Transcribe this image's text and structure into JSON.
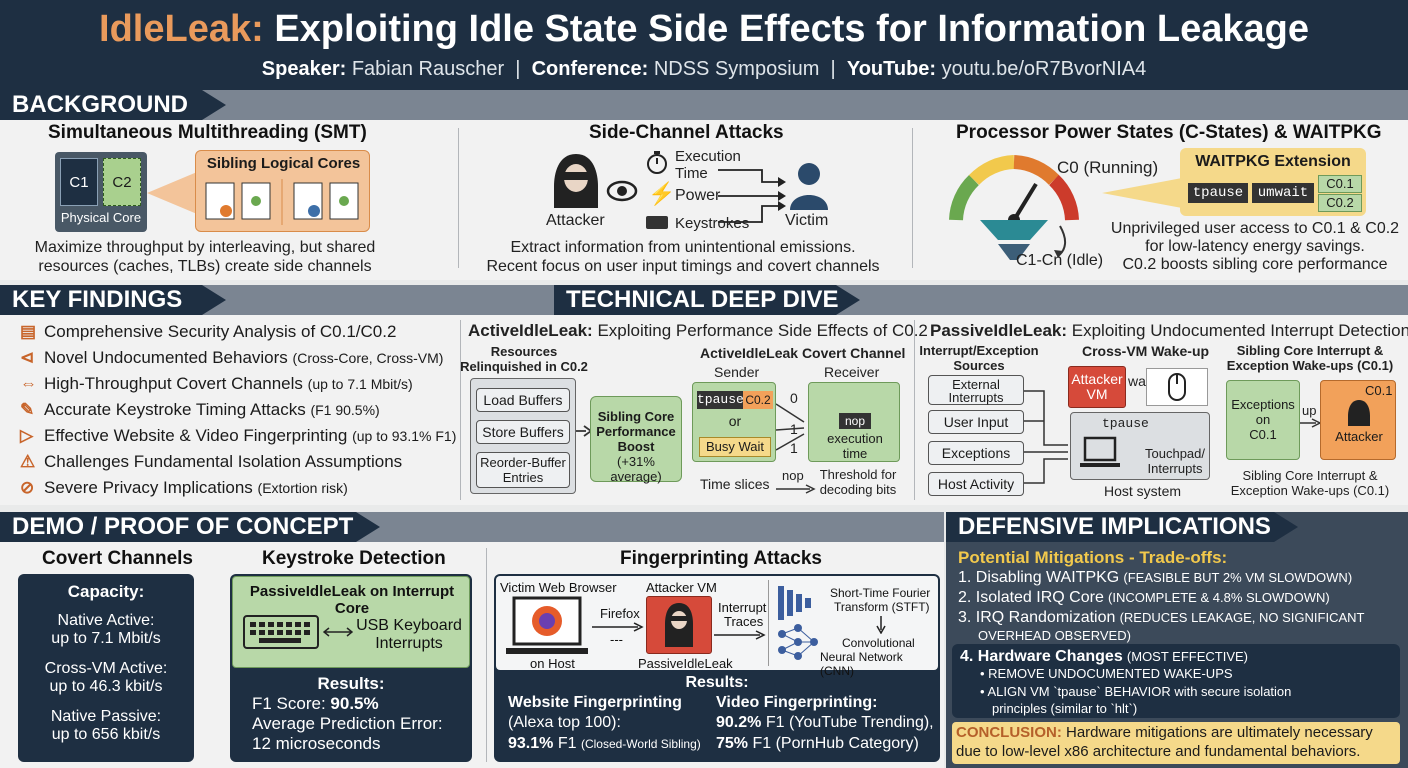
{
  "header": {
    "title_accent": "IdleLeak:",
    "title_rest": " Exploiting Idle State Side Effects for Information Leakage",
    "speaker_label": "Speaker:",
    "speaker": " Fabian Rauscher",
    "sep": "  |  ",
    "conf_label": "Conference:",
    "conf": " NDSS Symposium",
    "yt_label": "YouTube:",
    "yt": " youtu.be/oR7BvorNIA4"
  },
  "sections": {
    "background": "BACKGROUND",
    "key_findings": "KEY FINDINGS",
    "deep_dive": "TECHNICAL DEEP DIVE",
    "demo": "DEMO / PROOF OF CONCEPT",
    "defensive": "DEFENSIVE IMPLICATIONS"
  },
  "smt": {
    "title": "Simultaneous Multithreading (SMT)",
    "c1": "C1",
    "c2": "C2",
    "core": "Physical Core",
    "sibling": "Sibling Logical Cores",
    "desc1": "Maximize throughput by interleaving, but shared",
    "desc2": "resources (caches, TLBs) create side channels"
  },
  "sca": {
    "title": "Side-Channel Attacks",
    "attacker": "Attacker",
    "exec1": "Execution",
    "exec2": "Time",
    "power": "Power",
    "keys": "Keystrokes",
    "victim": "Victim",
    "desc1": "Extract information from unintentional emissions.",
    "desc2": "Recent focus on user input timings and covert channels"
  },
  "cstates": {
    "title": "Processor Power States (C-States) & WAITPKG",
    "c0": "C0 (Running)",
    "cn": "C1-Cn (Idle)",
    "wp_title": "WAITPKG Extension",
    "tpause": "tpause",
    "umwait": "umwait",
    "c01": "C0.1",
    "c02": "C0.2",
    "desc1": "Unprivileged user access to C0.1 & C0.2",
    "desc2": "for low-latency energy savings.",
    "desc3": "C0.2 boosts sibling core performance"
  },
  "findings": [
    {
      "icon": "▤",
      "text": "Comprehensive Security Analysis of C0.1/C0.2",
      "note": ""
    },
    {
      "icon": "⊲",
      "text": "Novel Undocumented Behaviors",
      "note": "(Cross-Core, Cross-VM)"
    },
    {
      "icon": "⇔",
      "text": "High-Throughput Covert Channels",
      "note": "(up to 7.1 Mbit/s)"
    },
    {
      "icon": "✎",
      "text": "Accurate Keystroke Timing Attacks",
      "note": "(F1 90.5%)"
    },
    {
      "icon": "▷",
      "text": "Effective Website & Video Fingerprinting",
      "note": "(up to 93.1% F1)"
    },
    {
      "icon": "⚠",
      "text": "Challenges Fundamental Isolation Assumptions",
      "note": ""
    },
    {
      "icon": "⊘",
      "text": "Severe Privacy Implications",
      "note": "(Extortion risk)"
    }
  ],
  "active": {
    "title_b": "ActiveIdleLeak:",
    "title": " Exploiting Performance Side Effects of C0.2",
    "res1": "Resources",
    "res2": "Relinquished in C0.2",
    "lb": "Load Buffers",
    "sb": "Store Buffers",
    "rob1": "Reorder-Buffer",
    "rob2": "Entries",
    "boost1": "Sibling Core",
    "boost2": "Performance",
    "boost3": "Boost",
    "boost4": "(+31% average)",
    "cc": "ActiveIdleLeak Covert Channel",
    "sender": "Sender",
    "receiver": "Receiver",
    "tpause": "tpause",
    "c02": "C0.2",
    "or": "or",
    "busy": "Busy Wait",
    "zero": "0",
    "one": "1",
    "one2": "1",
    "nop": "nop",
    "exec1": "execution",
    "exec2": "time",
    "slices": "Time slices",
    "nop2": "nop",
    "thr1": "Threshold for",
    "thr2": "decoding bits"
  },
  "passive": {
    "title_b": "PassiveIdleLeak:",
    "title": " Exploiting Undocumented Interrupt Detection",
    "src1": "Interrupt/Exception",
    "src2": "Sources",
    "ext1": "External",
    "ext2": "Interrupts",
    "ui": "User Input",
    "exc": "Exceptions",
    "ha": "Host Activity",
    "xvm": "Cross-VM Wake-up",
    "avm1": "Attacker",
    "avm2": "VM",
    "wake": "wake",
    "tpause": "tpause",
    "tp1": "Touchpad/",
    "tp2": "Interrupts",
    "host": "Host system",
    "sib1": "Sibling Core Interrupt &",
    "sib2": "Exception Wake-ups (C0.1)",
    "exon1": "Exceptions",
    "exon2": "on",
    "exon3": "C0.1",
    "up": "up",
    "c01": "C0.1",
    "att": "Attacker",
    "cap1": "Sibling Core Interrupt &",
    "cap2": "Exception Wake-ups (C0.1)"
  },
  "covert": {
    "title": "Covert Channels",
    "cap": "Capacity:",
    "na1": "Native Active:",
    "na2": "up to 7.1 Mbit/s",
    "cv1": "Cross-VM Active:",
    "cv2": "up to 46.3 kbit/s",
    "np1": "Native Passive:",
    "np2": "up to 656 kbit/s"
  },
  "keystroke": {
    "title": "Keystroke Detection",
    "box_title": "PassiveIdleLeak on Interrupt Core",
    "usb1": "USB Keyboard",
    "usb2": "Interrupts",
    "res": "Results:",
    "f1_label": "F1 Score: ",
    "f1": "90.5%",
    "ape": "Average Prediction Error:",
    "ms": "12 microseconds"
  },
  "fp": {
    "title": "Fingerprinting Attacks",
    "browser": "Victim Web Browser",
    "onhost": "on Host",
    "firefox": "Firefox",
    "dash": "---",
    "avm": "Attacker VM",
    "pil": "PassiveIdleLeak",
    "it1": "Interrupt",
    "it2": "Traces",
    "stft1": "Short-Time Fourier",
    "stft2": "Transform (STFT)",
    "cnn1": "Convolutional",
    "cnn2": "Neural Network (CNN)",
    "res": "Results:",
    "wf": "Website Fingerprinting",
    "wf2": "(Alexa top 100):",
    "wf3": "93.1%",
    "wf4": " F1",
    "wf5": "(Closed-World Sibling)",
    "vf": "Video Fingerprinting:",
    "vf2": "90.2%",
    "vf3": " F1 (YouTube Trending),",
    "vf4": "75%",
    "vf5": " F1 (PornHub Category)"
  },
  "defense": {
    "pm": "Potential Mitigations",
    "tr": " - Trade-offs:",
    "m1": "1. Disabling WAITPKG",
    "m1n": "(FEASIBLE BUT 2% VM SLOWDOWN)",
    "m2": "2. Isolated IRQ Core",
    "m2n": "(INCOMPLETE & 4.8% SLOWDOWN)",
    "m3": "3. IRQ Randomization",
    "m3n": "(REDUCES LEAKAGE, NO SIGNIFICANT",
    "m3n2": "OVERHEAD OBSERVED)",
    "m4": "4. Hardware Changes",
    "m4n": "(MOST EFFECTIVE)",
    "b1": "REMOVE UNDOCUMENTED WAKE-UPS",
    "b2": "ALIGN VM `tpause` BEHAVIOR with secure isolation",
    "b3": "principles (similar to `hlt`)",
    "concl": "CONCLUSION:",
    "concl1": " Hardware mitigations are ultimately necessary",
    "concl2": "due to low-level x86 architecture and fundamental behaviors."
  },
  "colors": {
    "navy": "#1e2f42",
    "accent": "#e99a5c",
    "green": "#b8d8a8",
    "orange": "#f2a15a",
    "gold": "#f2c94c"
  }
}
